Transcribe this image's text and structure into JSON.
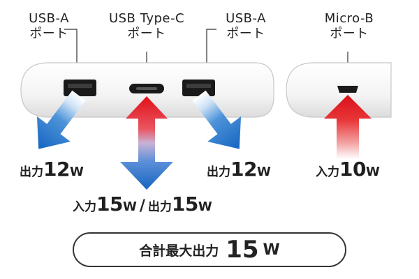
{
  "labels": {
    "usb_a_left": {
      "line1": "USB-A",
      "line2": "ポート"
    },
    "usb_c": {
      "line1": "USB Type-C",
      "line2": "ポート"
    },
    "usb_a_right": {
      "line1": "USB-A",
      "line2": "ポート"
    },
    "micro_b": {
      "line1": "Micro-B",
      "line2": "ポート"
    }
  },
  "outputs": {
    "usb_a_left": {
      "prefix": "出力",
      "value": "12",
      "unit": "W"
    },
    "usb_a_right": {
      "prefix": "出力",
      "value": "12",
      "unit": "W"
    },
    "micro_b": {
      "prefix": "入力",
      "value": "10",
      "unit": "W"
    },
    "usb_c": {
      "in_prefix": "入力",
      "in_value": "15",
      "in_unit": "W",
      "separator": "/",
      "out_prefix": "出力",
      "out_value": "15",
      "out_unit": "W"
    }
  },
  "total": {
    "label": "合計最大出力",
    "value": "15",
    "unit": "W"
  },
  "colors": {
    "output_arrow": "#1f6fc5",
    "input_arrow": "#e0101a",
    "port": "#1a1a1a",
    "body": "#f2f2f2"
  }
}
